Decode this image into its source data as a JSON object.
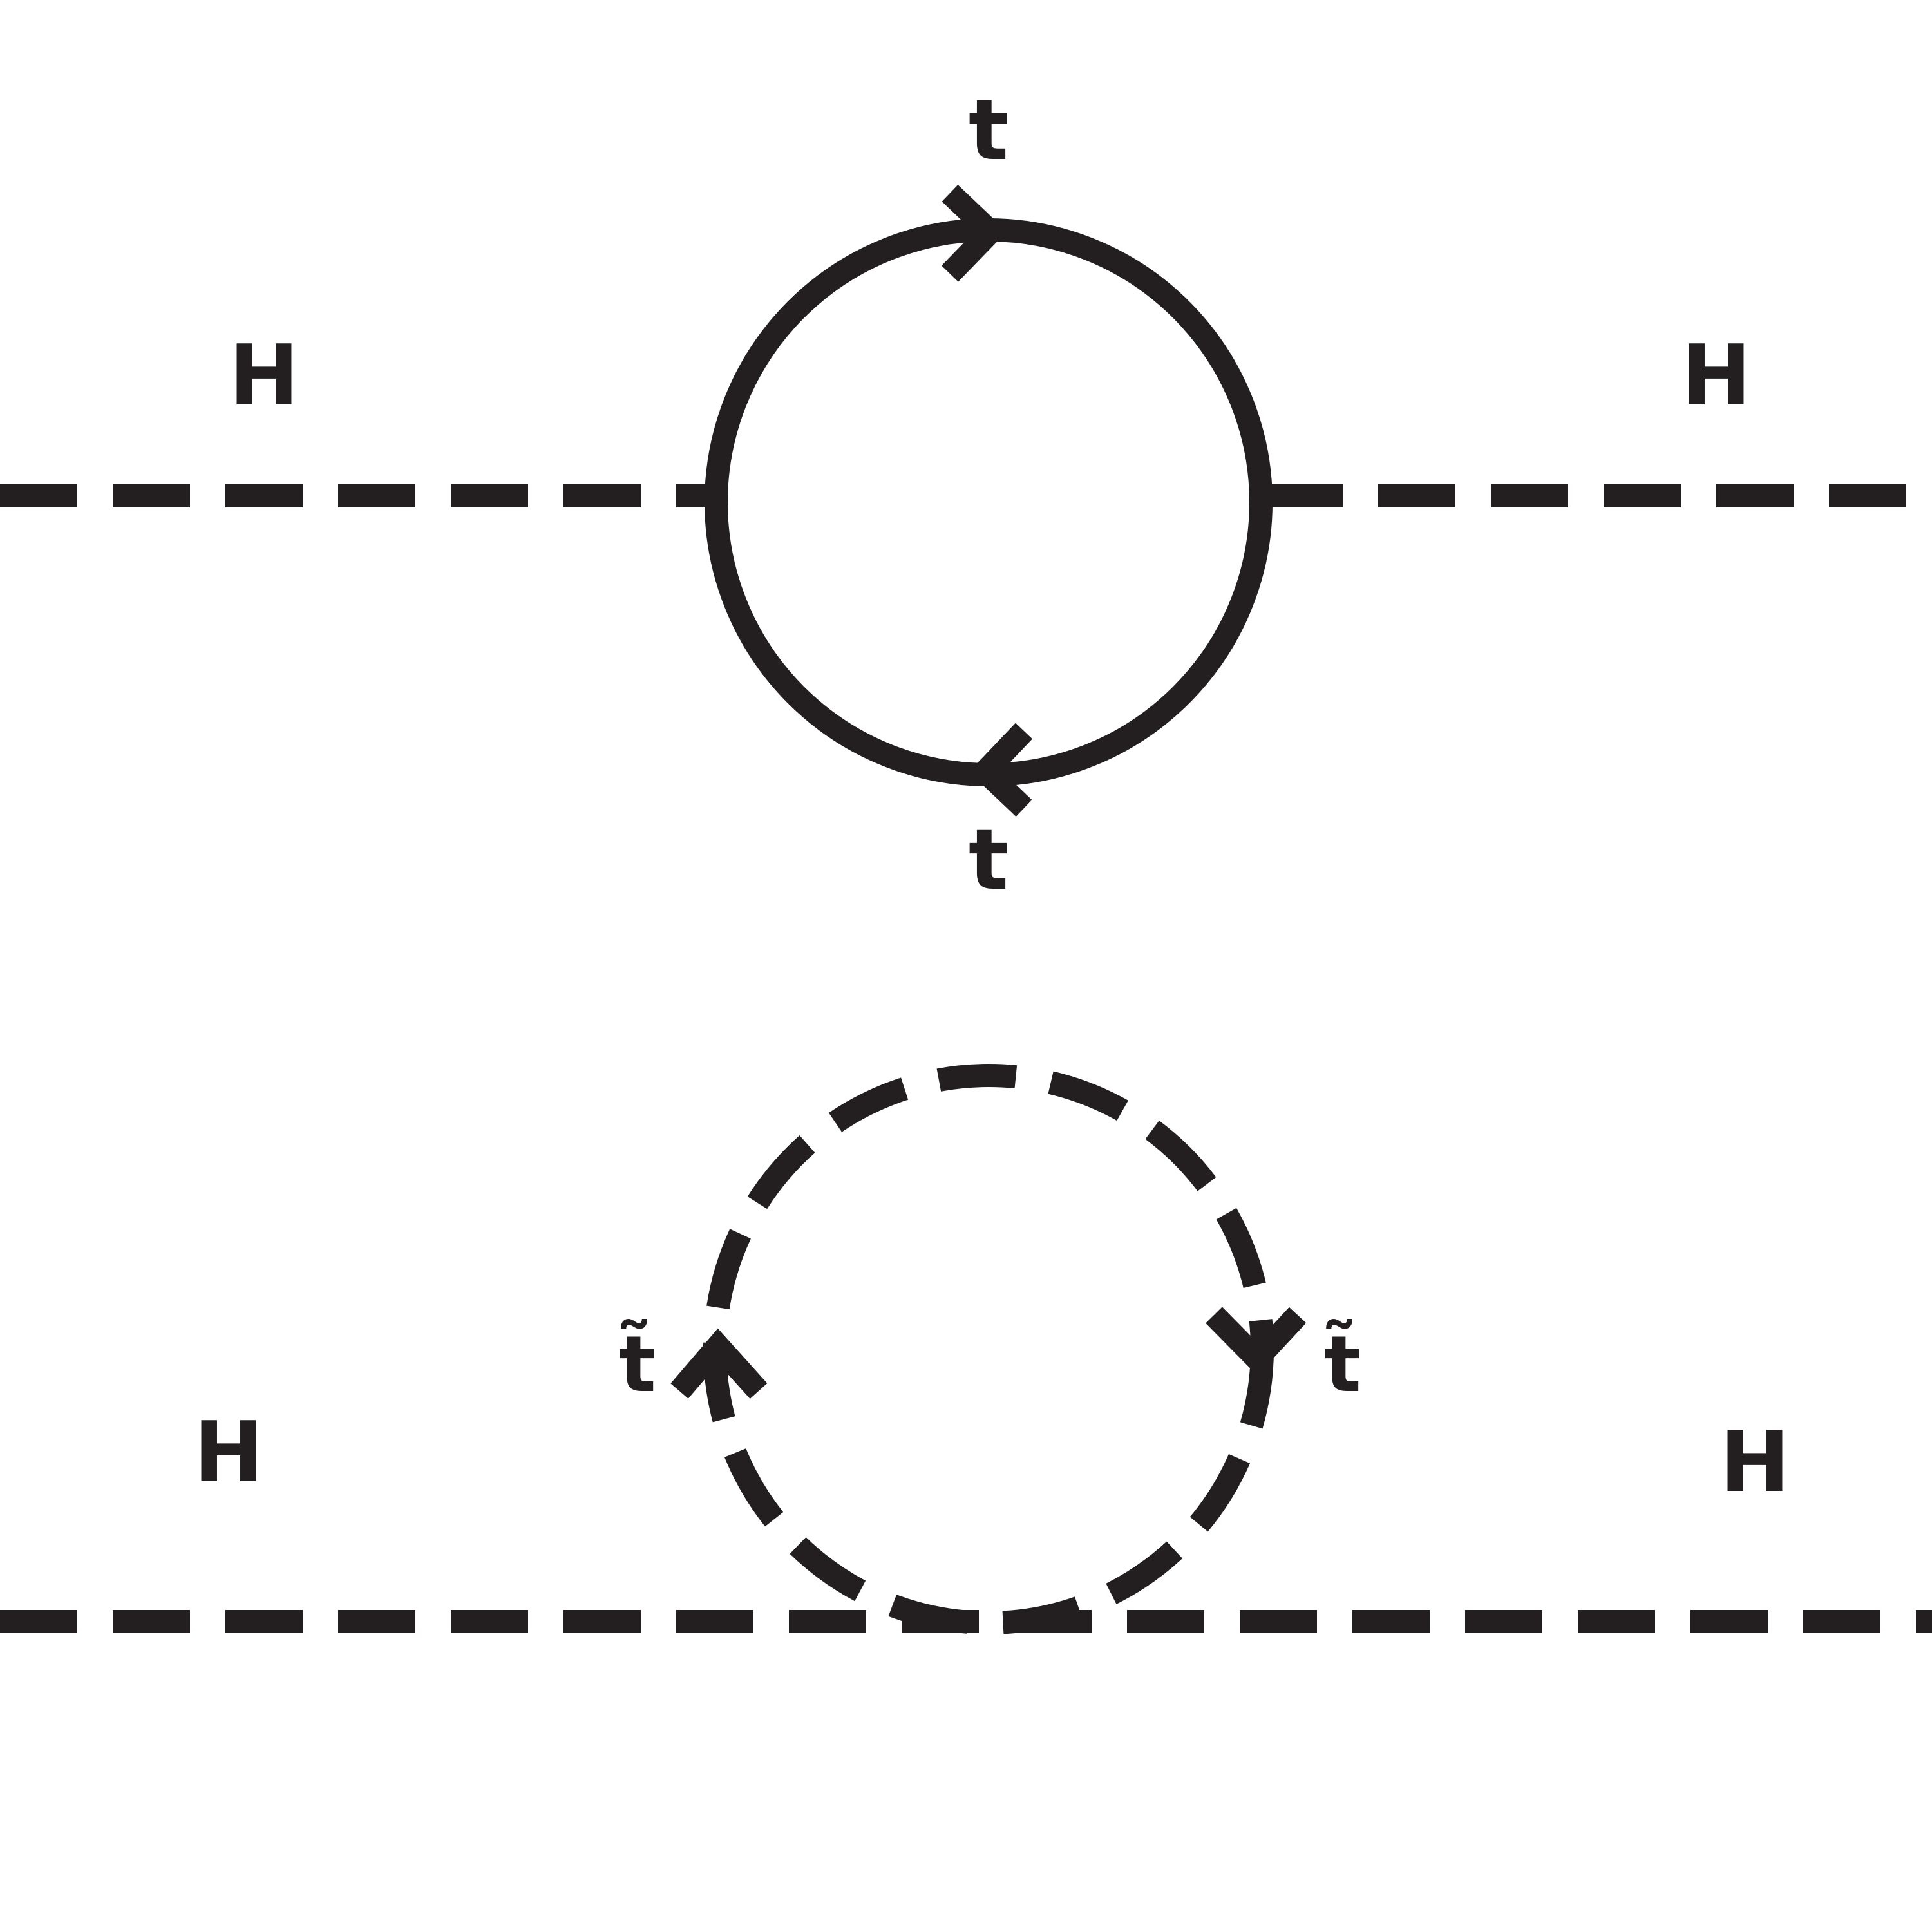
{
  "top_diagram": {
    "left_label": "H",
    "right_label": "H",
    "upper_loop_label": "t",
    "lower_loop_label": "t"
  },
  "bottom_diagram": {
    "left_label": "H",
    "right_label": "H",
    "left_loop_label": "t̃",
    "right_loop_label": "t̃"
  },
  "colors": {
    "ink": "#231f20",
    "background": "#ffffff"
  }
}
